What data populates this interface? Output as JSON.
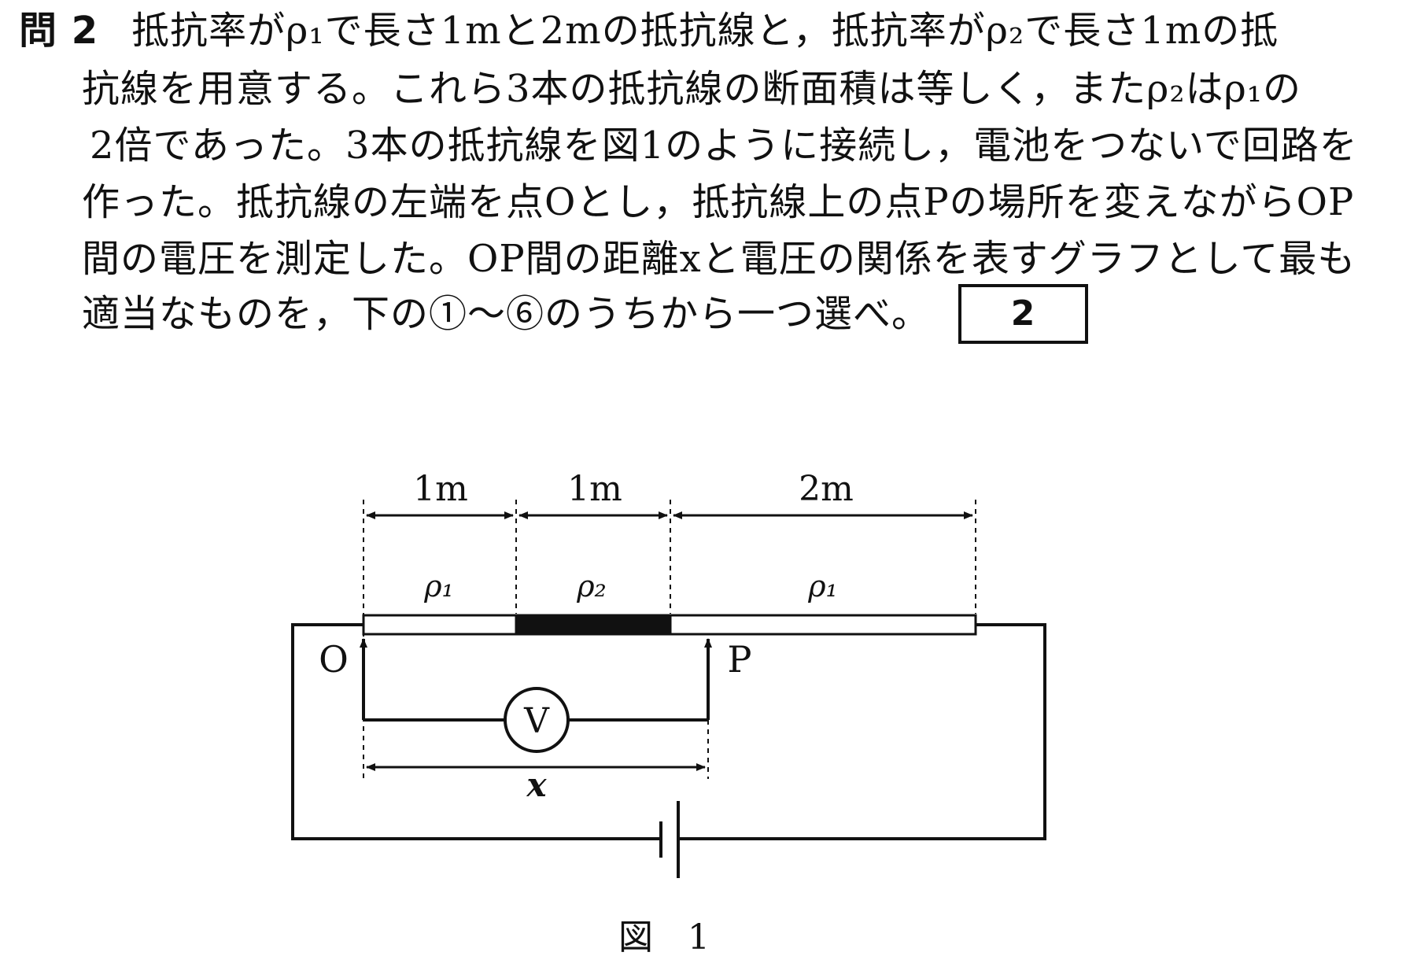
{
  "question": {
    "number": "問 2",
    "lines": [
      "抵抗率がρ₁で長さ1mと2mの抵抗線と，抵抗率がρ₂で長さ1mの抵",
      "抗線を用意する。これら3本の抵抗線の断面積は等しく，またρ₂はρ₁の",
      "2倍であった。3本の抵抗線を図1のように接続し，電池をつないで回路を",
      "作った。抵抗線の左端を点Oとし，抵抗線上の点Pの場所を変えながらOP",
      "間の電圧を測定した。OP間の距離xと電圧の関係を表すグラフとして最も",
      "適当なものを，下の①～⑥のうちから一つ選べ。"
    ],
    "answer_box": "2"
  },
  "figure": {
    "length_labels": [
      "1m",
      "1m",
      "2m"
    ],
    "resistivity_labels": [
      "ρ₁",
      "ρ₂",
      "ρ₁"
    ],
    "point_o": "O",
    "point_p": "P",
    "voltmeter": "V",
    "distance_label": "x",
    "caption": "図　1",
    "colors": {
      "line": "#111111",
      "wire_fill": "#ffffff",
      "rho2_fill": "#111111"
    }
  }
}
